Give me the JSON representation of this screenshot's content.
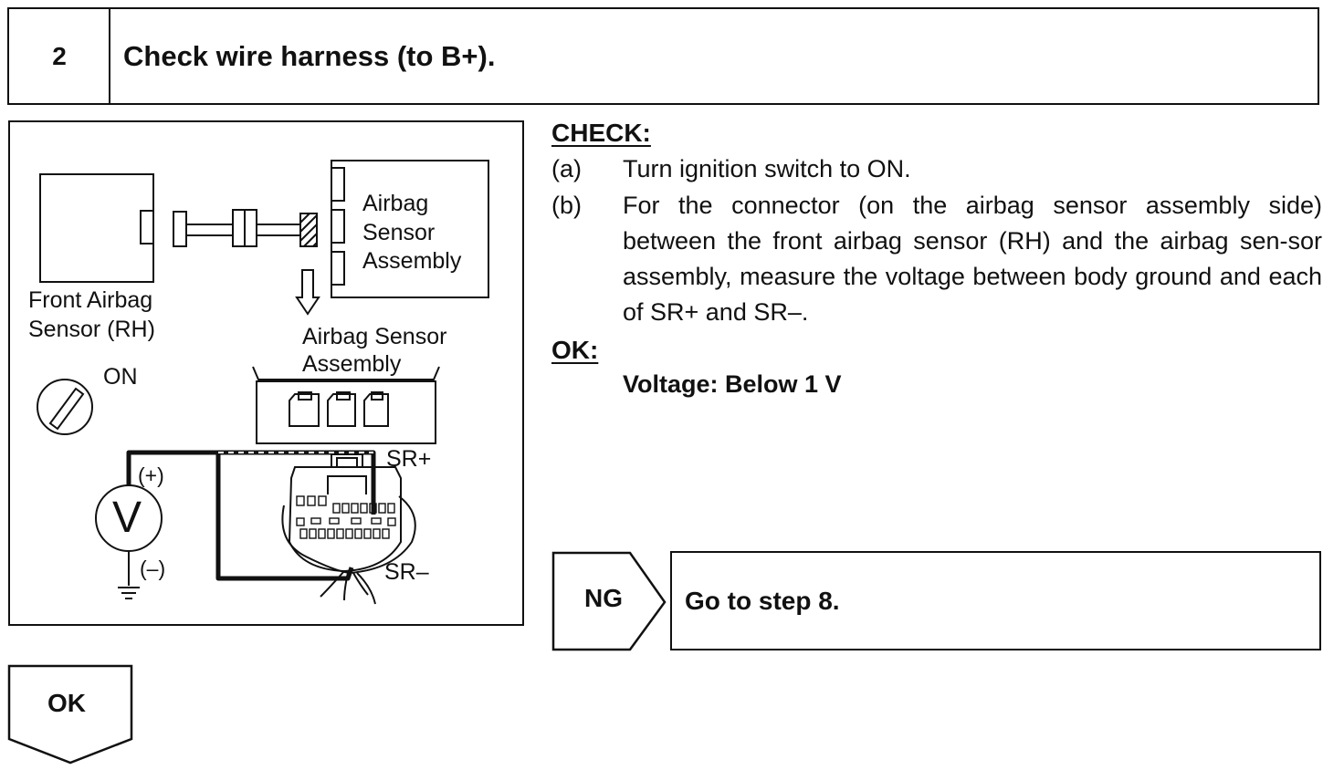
{
  "header": {
    "step_number": "2",
    "title": "Check wire harness (to B+)."
  },
  "diagram": {
    "label_front_sensor_line1": "Front Airbag",
    "label_front_sensor_line2": "Sensor (RH)",
    "label_assembly_top_line1": "Airbag",
    "label_assembly_top_line2": "Sensor",
    "label_assembly_top_line3": "Assembly",
    "label_assembly_mid_line1": "Airbag Sensor",
    "label_assembly_mid_line2": "Assembly",
    "label_on": "ON",
    "label_sr_plus": "SR+",
    "label_sr_minus": "SR–",
    "label_plus": "(+)",
    "label_minus": "(–)",
    "meter_symbol": "V"
  },
  "check": {
    "heading": "CHECK:",
    "steps": [
      {
        "letter": "(a)",
        "text": "Turn ignition switch to ON."
      },
      {
        "letter": "(b)",
        "text": "For the connector (on the airbag sensor assembly side) between the front airbag sensor (RH) and the airbag sen-sor assembly, measure the voltage between body ground and each of SR+ and SR–."
      }
    ]
  },
  "ok_spec": {
    "heading": "OK:",
    "value": "Voltage: Below 1 V"
  },
  "result_ng": {
    "label": "NG",
    "action": "Go to step 8."
  },
  "result_ok": {
    "label": "OK"
  }
}
